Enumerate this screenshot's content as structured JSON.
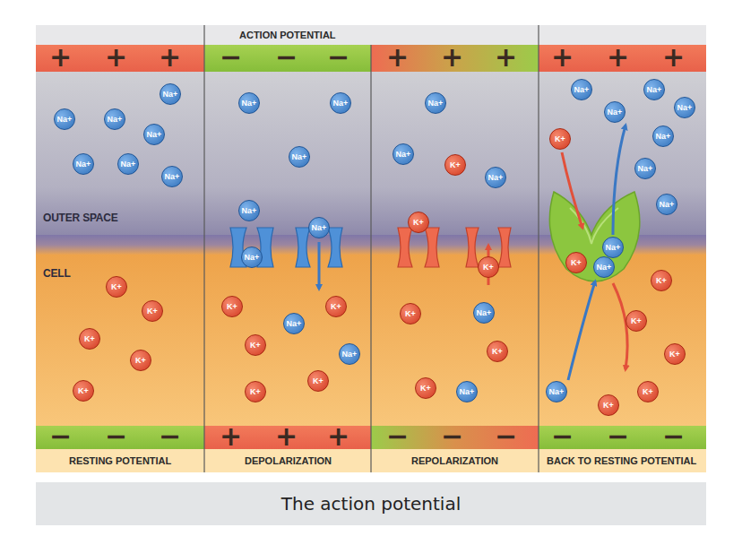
{
  "diagram": {
    "title": "ACTION POTENTIAL",
    "caption": "The action potential",
    "nodes": [
      {
        "text": [
          "Na+"
        ]
      },
      {
        "text": [
          "Na+"
        ]
      },
      {
        "text": [
          "Na+"
        ]
      },
      {
        "text": [
          "Na+"
        ]
      },
      {
        "text": [
          "Na+"
        ]
      },
      {
        "text": [
          "Na+"
        ]
      },
      {
        "text": [
          "Na+"
        ]
      },
      {
        "text": [
          "K+"
        ]
      },
      {
        "text": [
          "K+"
        ]
      },
      {
        "text": [
          "K+"
        ]
      },
      {
        "text": [
          "K+"
        ]
      },
      {
        "text": [
          "K+"
        ]
      },
      {
        "text": [
          "Na+"
        ]
      },
      {
        "text": [
          "Na+"
        ]
      },
      {
        "text": [
          "Na+"
        ]
      },
      {
        "text": [
          "Na+"
        ]
      },
      {
        "text": [
          "Na+"
        ]
      },
      {
        "text": [
          "Na+"
        ]
      },
      {
        "text": [
          "K+"
        ]
      },
      {
        "text": [
          "K+"
        ]
      },
      {
        "text": [
          "Na+"
        ]
      },
      {
        "text": [
          "K+"
        ]
      },
      {
        "text": [
          "Na+"
        ]
      },
      {
        "text": [
          "K+"
        ]
      },
      {
        "text": [
          "K+"
        ]
      },
      {
        "text": [
          "Na+"
        ]
      },
      {
        "text": [
          "Na+"
        ]
      },
      {
        "text": [
          "K+"
        ]
      },
      {
        "text": [
          "Na+"
        ]
      },
      {
        "text": [
          "K+"
        ]
      },
      {
        "text": [
          "K+"
        ]
      },
      {
        "text": [
          "Na+"
        ]
      },
      {
        "text": [
          "K+"
        ]
      },
      {
        "text": [
          "K+"
        ]
      },
      {
        "text": [
          "K+"
        ]
      },
      {
        "text": [
          "Na+"
        ]
      },
      {
        "text": [
          "Na+"
        ]
      },
      {
        "text": [
          "Na+"
        ]
      },
      {
        "text": [
          "Na+"
        ]
      },
      {
        "text": [
          "Na+"
        ]
      },
      {
        "text": [
          "Na+"
        ]
      },
      {
        "text": [
          "K+"
        ]
      },
      {
        "text": [
          "Na+"
        ]
      },
      {
        "text": [
          "Na+"
        ]
      },
      {
        "text": [
          "Na+"
        ]
      },
      {
        "text": [
          "K+"
        ]
      },
      {
        "text": [
          "Na+"
        ]
      },
      {
        "text": [
          "K+"
        ]
      },
      {
        "text": [
          "K+"
        ]
      },
      {
        "text": [
          "K+"
        ]
      },
      {
        "text": [
          "K+"
        ]
      },
      {
        "text": [
          "Na+"
        ]
      },
      {
        "text": [
          "K+"
        ]
      }
    ],
    "labels": [
      "+",
      "+",
      "+",
      "−",
      "−",
      "−",
      "+",
      "+",
      "+",
      "+",
      "+",
      "+",
      "OUTER SPACE",
      "CELL",
      "−",
      "−",
      "−",
      "+",
      "+",
      "+",
      "−",
      "−",
      "−",
      "−",
      "−",
      "−",
      "RESTING POTENTIAL",
      "DEPOLARIZATION",
      "REPOLARIZATION",
      "BACK TO RESTING POTENTIAL"
    ]
  }
}
